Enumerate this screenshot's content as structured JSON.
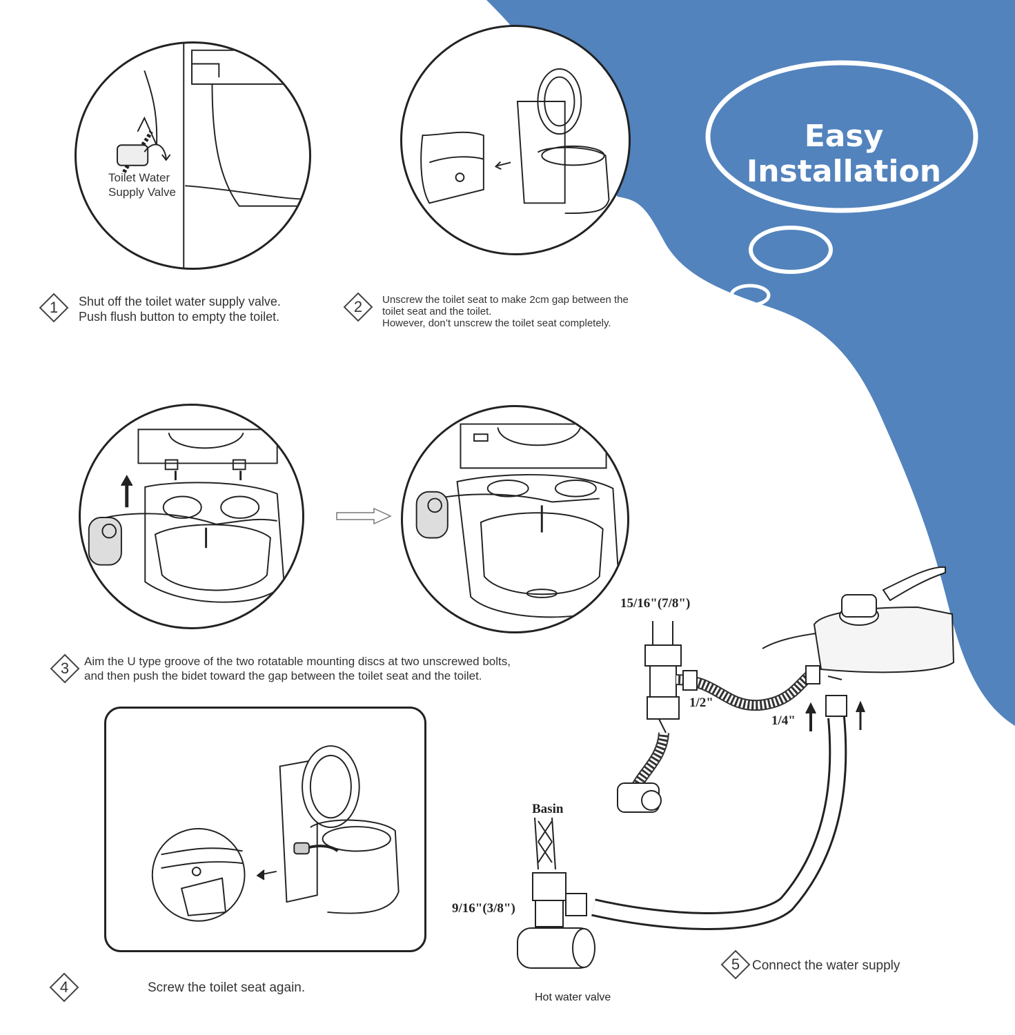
{
  "title": "Easy Installation",
  "colors": {
    "accent_blue": "#5283bd",
    "line": "#222222",
    "bubble_outline": "#ffffff"
  },
  "steps": [
    {
      "number": "1",
      "text": "Shut off the toilet water supply valve.\nPush flush button to empty the toilet."
    },
    {
      "number": "2",
      "text": "Unscrew the toilet seat to make 2cm gap between the\ntoilet seat and the toilet.\nHowever, don’t unscrew the toilet seat completely."
    },
    {
      "number": "3",
      "text": "Aim the U type groove of the two rotatable mounting discs at two unscrewed bolts,\nand then push the bidet toward the gap between the toilet seat and the toilet."
    },
    {
      "number": "4",
      "text": "Screw the toilet seat again."
    },
    {
      "number": "5",
      "text": "Connect the water supply"
    }
  ],
  "labels": {
    "valve_label": "Toilet Water\nSupply Valve",
    "size_15_16": "15/16\"(7/8\")",
    "size_1_2": "1/2\"",
    "size_1_4": "1/4\"",
    "size_9_16": "9/16\"(3/8\")",
    "basin": "Basin",
    "hot_water_valve": "Hot water valve"
  },
  "icons": [
    "diamond-step-icon",
    "arrow-right-icon",
    "arrow-up-icon",
    "thought-bubble-icon"
  ]
}
